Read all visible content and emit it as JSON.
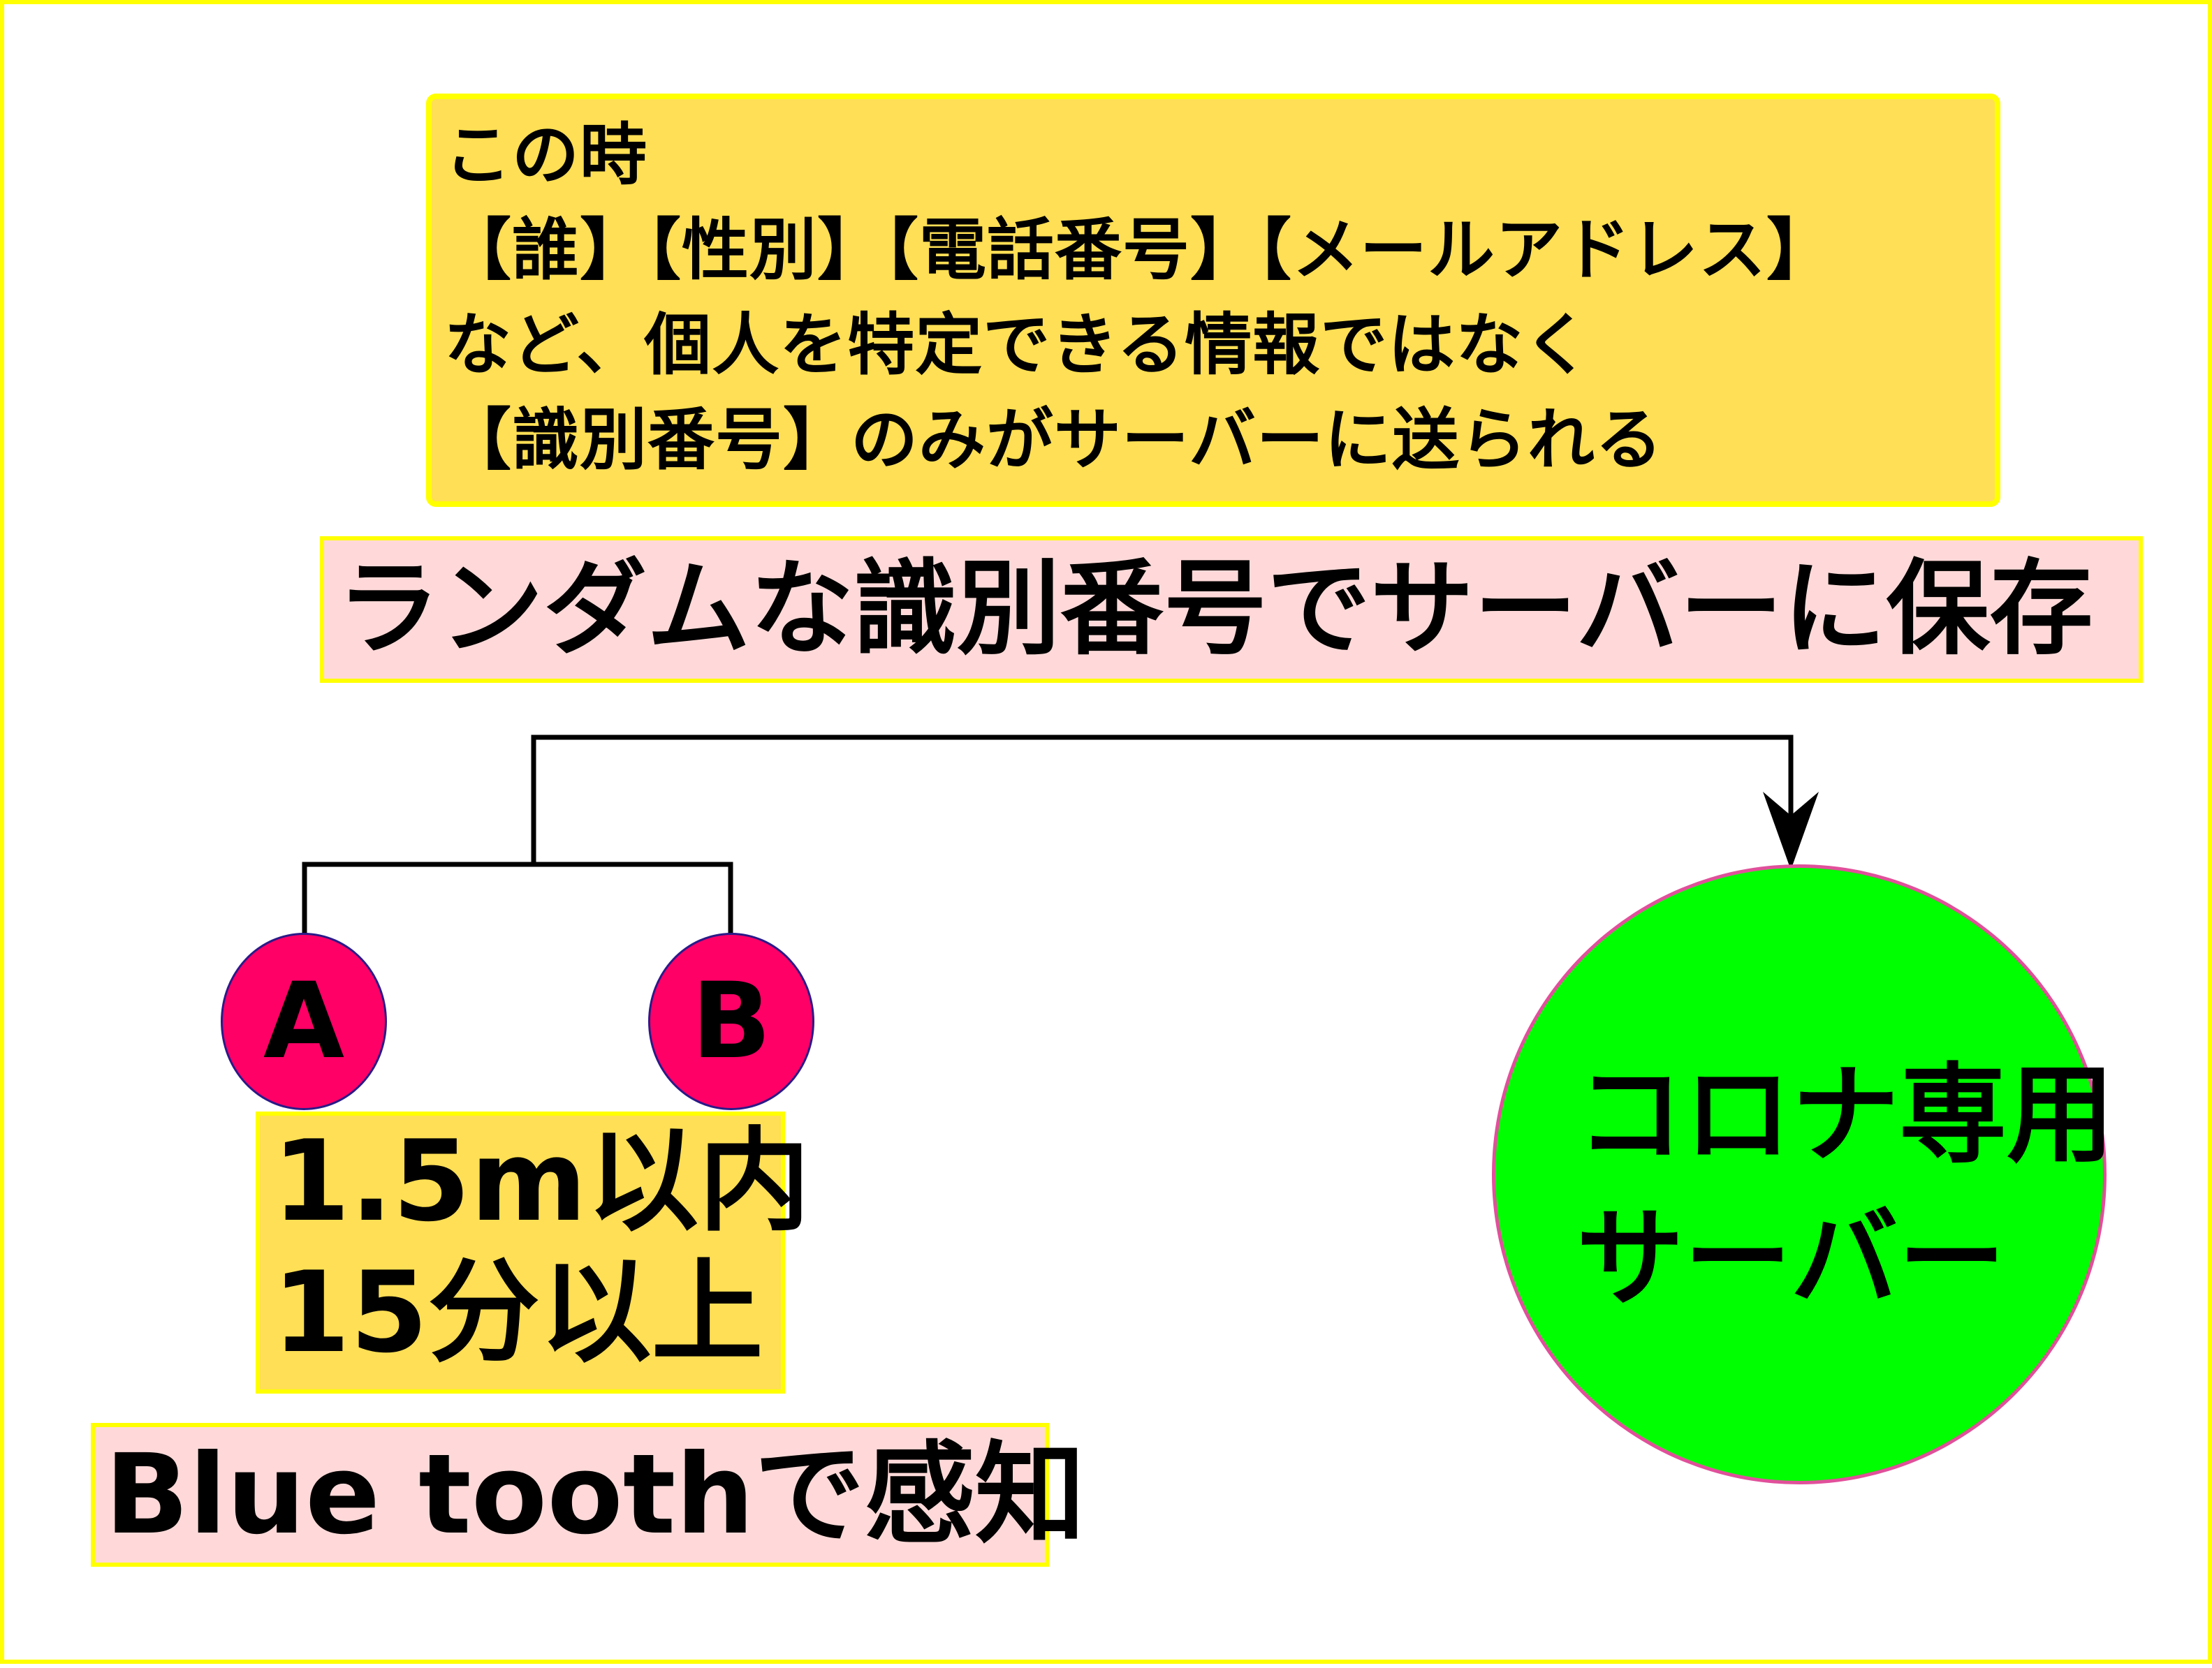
{
  "note": {
    "lines": [
      "この時",
      "【誰】【性別】【電話番号】【メールアドレス】",
      "など、個人を特定できる情報ではなく",
      "【識別番号】のみがサーバーに送られる"
    ]
  },
  "headline": "ランダムな識別番号でサーバーに保存",
  "nodes": {
    "a": "A",
    "b": "B"
  },
  "conditions": {
    "lines": [
      "1.5m以内",
      "15分以上"
    ]
  },
  "detection": "Blue toothで感知",
  "server": {
    "lines": [
      "コロナ専用",
      "サーバー"
    ]
  },
  "colors": {
    "page_border": "#ffff00",
    "note_fill": "#ffdf55",
    "label_fill": "#ffd9d9",
    "node_fill": "#ff0066",
    "server_fill": "#00ff00",
    "server_border": "#e0509a"
  }
}
